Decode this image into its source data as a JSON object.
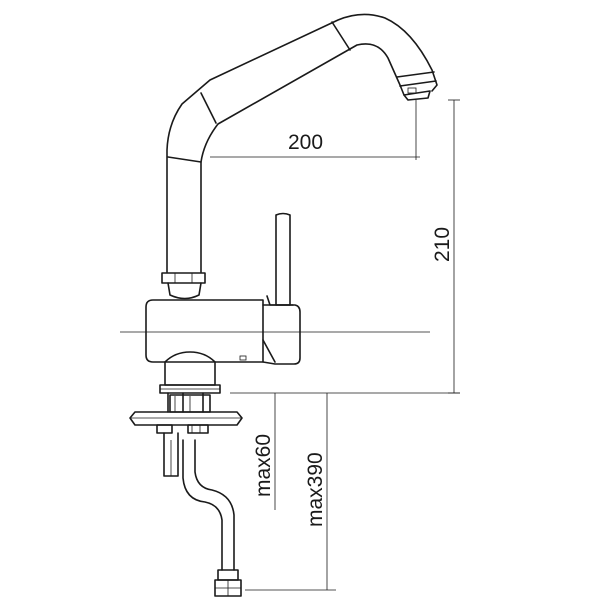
{
  "dimensions": {
    "spout_reach": "200",
    "spout_height": "210",
    "max_deck_thickness": "max60",
    "max_below_deck": "max390"
  }
}
